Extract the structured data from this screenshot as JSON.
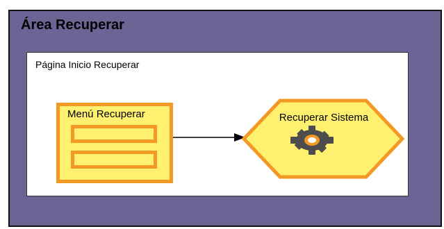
{
  "area": {
    "title": "Área Recuperar",
    "fill_color": "#6a6595"
  },
  "page": {
    "title": "Página Inicio Recuperar"
  },
  "menu": {
    "title": "Menú Recuperar",
    "fill_color": "#fff16f",
    "border_color": "#f39a26",
    "item_count": 2
  },
  "system": {
    "label": "Recuperar Sistema",
    "shape": "hexagon",
    "icon": "gear-icon",
    "fill_color": "#fff16f",
    "border_color": "#f39a26"
  },
  "connector": {
    "from": "Menú Recuperar",
    "to": "Recuperar Sistema",
    "type": "arrow"
  }
}
